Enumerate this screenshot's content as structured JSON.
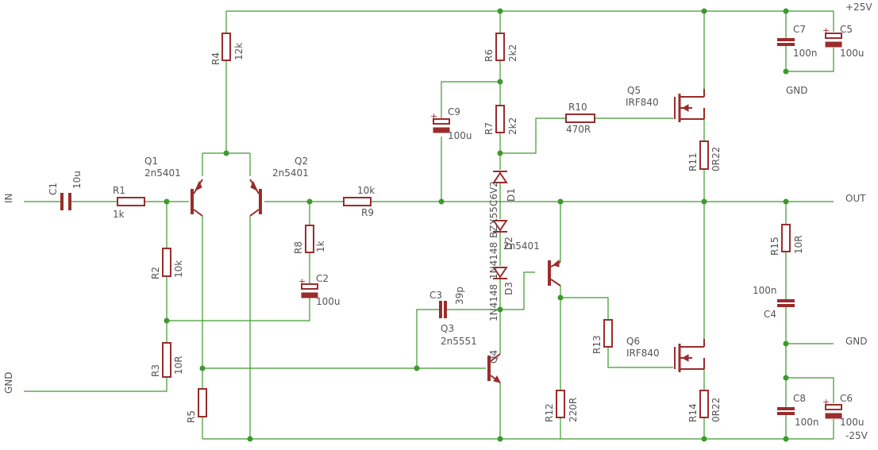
{
  "nets": {
    "in": "IN",
    "gnd_left": "GND",
    "plus_rail": "+25V",
    "minus_rail": "-25V",
    "out": "OUT",
    "gnd_right": "GND",
    "gnd_top": "GND"
  },
  "parts": {
    "c1": {
      "name": "C1",
      "value": "10u"
    },
    "r1": {
      "name": "R1",
      "value": "1k"
    },
    "q1": {
      "name": "Q1",
      "value": "2n5401"
    },
    "r2": {
      "name": "R2",
      "value": "10k"
    },
    "r3": {
      "name": "R3",
      "value": "10R"
    },
    "r4": {
      "name": "R4",
      "value": "12k"
    },
    "r5": {
      "name": "R5"
    },
    "q2": {
      "name": "Q2",
      "value": "2n5401"
    },
    "r8": {
      "name": "R8",
      "value": "1k"
    },
    "c2": {
      "name": "C2",
      "value": "100u"
    },
    "r9": {
      "name": "R9",
      "value": "10k"
    },
    "c9": {
      "name": "C9",
      "value": "100u"
    },
    "r6": {
      "name": "R6",
      "value": "2k2"
    },
    "r7": {
      "name": "R7",
      "value": "2k2"
    },
    "r10": {
      "name": "R10",
      "value": "470R"
    },
    "q5": {
      "name": "Q5",
      "value": "IRF840"
    },
    "r11": {
      "name": "R11",
      "value": "0R22"
    },
    "c7": {
      "name": "C7",
      "value": "100n"
    },
    "c5": {
      "name": "C5",
      "value": "100u"
    },
    "d1": {
      "name": "D1",
      "value": "BZX55C6V2"
    },
    "d2": {
      "name": "D2",
      "value": "1N4148"
    },
    "d3": {
      "name": "D3",
      "value": "1N4148"
    },
    "q4": {
      "name": "Q4",
      "value": "2n5401"
    },
    "c3": {
      "name": "C3",
      "value": "39p"
    },
    "q3": {
      "name": "Q3",
      "value": "2n5551"
    },
    "r13": {
      "name": "R13"
    },
    "q6": {
      "name": "Q6",
      "value": "IRF840"
    },
    "r12": {
      "name": "R12",
      "value": "220R"
    },
    "r14": {
      "name": "R14",
      "value": "0R22"
    },
    "r15": {
      "name": "R15",
      "value": "10R"
    },
    "c4": {
      "name": "C4",
      "value": "100n"
    },
    "c8": {
      "name": "C8",
      "value": "100n"
    },
    "c6": {
      "name": "C6",
      "value": "100u"
    }
  }
}
